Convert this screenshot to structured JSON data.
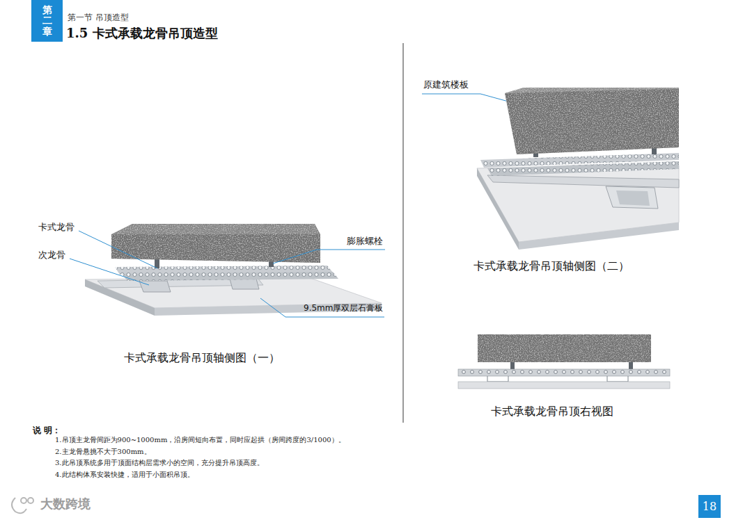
{
  "diagram": {
    "title": "1.5 卡式承载龙骨吊顶造型",
    "nodes": [
      {
        "text": [
          "第二章"
        ]
      },
      {
        "text": [
          "18"
        ]
      }
    ],
    "labels": [
      "第一节 吊顶造型",
      "卡式龙骨",
      "次龙骨",
      "膨胀螺栓",
      "9.5mm厚双层石膏板",
      "卡式承载龙骨吊顶轴侧图（一）",
      "原建筑楼板",
      "卡式承载龙骨吊顶轴侧图（二）",
      "卡式承载龙骨吊顶右视图",
      "说 明：",
      "1.吊顶主龙骨间距为900~1000mm，沿房间短向布置，同时应起拱（房间跨度的3/1000）。",
      "2.主龙骨悬挑不大于300mm。",
      "3.此吊顶系统多用于顶面结构层需求小的空间，充分提升吊顶高度。",
      "4.此结构体系安装快捷，适用于小面积吊顶。",
      "大数跨境"
    ]
  }
}
